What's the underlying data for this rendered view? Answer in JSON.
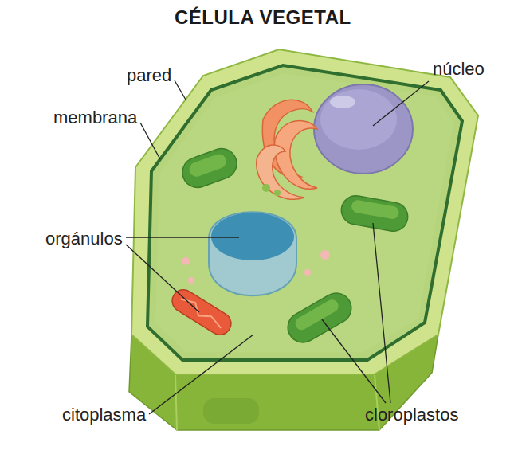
{
  "diagram": {
    "title": "CÉLULA VEGETAL",
    "labels": [
      "pared",
      "núcleo",
      "membrana",
      "orgánulos",
      "citoplasma",
      "cloroplastos"
    ]
  }
}
